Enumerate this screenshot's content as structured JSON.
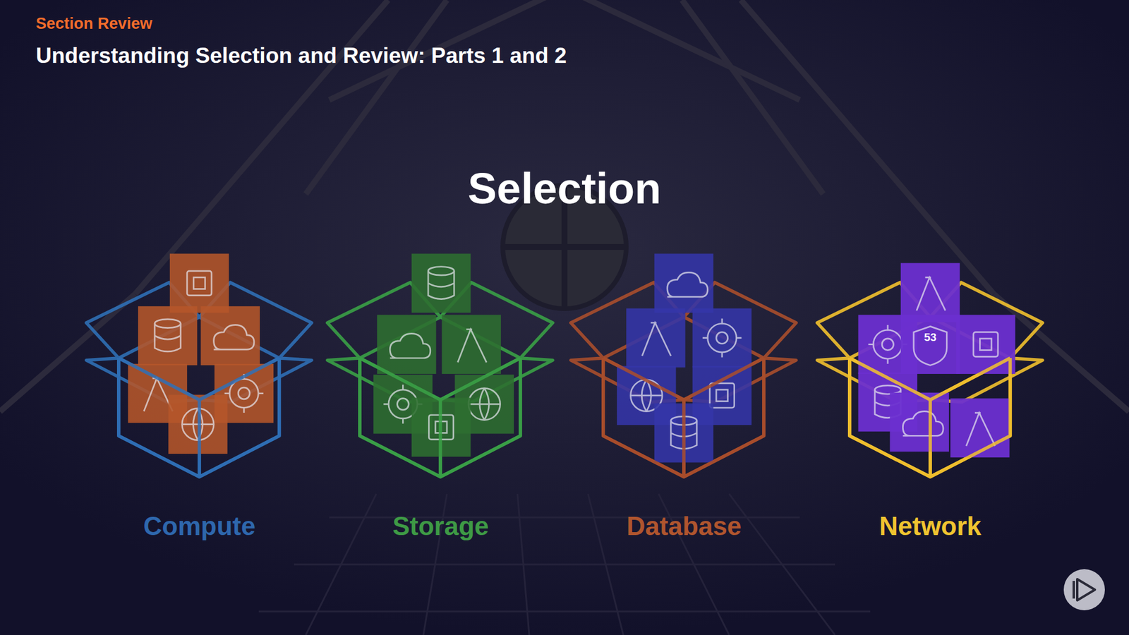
{
  "diagram": {
    "title": "Understanding Selection and Review: Parts 1 and 2",
    "nodes": [
      {
        "text": [
          "Compute"
        ]
      },
      {
        "text": [
          "Storage"
        ]
      },
      {
        "text": [
          "Database"
        ]
      },
      {
        "text": [
          "Network"
        ]
      }
    ],
    "labels": [
      "Section Review",
      "Selection",
      "53"
    ]
  }
}
